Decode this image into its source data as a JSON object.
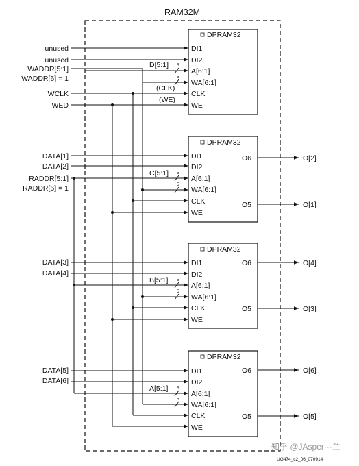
{
  "diagram": {
    "title": "RAM32M",
    "block_title": "DPRAM32",
    "footer_id": "UG474_c2_06_070914",
    "watermark": "知乎 @JAsper···兰",
    "bus_width": "5",
    "left_labels": {
      "unused1": "unused",
      "unused2": "unused",
      "waddr": "WADDR[5:1]",
      "waddr6": "WADDR[6] = 1",
      "wclk": "WCLK",
      "wed": "WED",
      "data1": "DATA[1]",
      "data2": "DATA[2]",
      "raddr": "RADDR[5:1]",
      "raddr6": "RADDR[6] = 1",
      "data3": "DATA[3]",
      "data4": "DATA[4]",
      "data5": "DATA[5]",
      "data6": "DATA[6]"
    },
    "pins": {
      "di1": "DI1",
      "di2": "DI2",
      "a": "A[6:1]",
      "wa": "WA[6:1]",
      "clk": "CLK",
      "we": "WE",
      "o6": "O6",
      "o5": "O5"
    },
    "bus_labels": {
      "d": "D[5:1]",
      "c": "C[5:1]",
      "b": "B[5:1]",
      "a": "A[5:1]",
      "clk": "(CLK)",
      "we": "(WE)"
    },
    "outputs": {
      "o2": "O[2]",
      "o1": "O[1]",
      "o4": "O[4]",
      "o3": "O[3]",
      "o6": "O[6]",
      "o5": "O[5]"
    }
  }
}
